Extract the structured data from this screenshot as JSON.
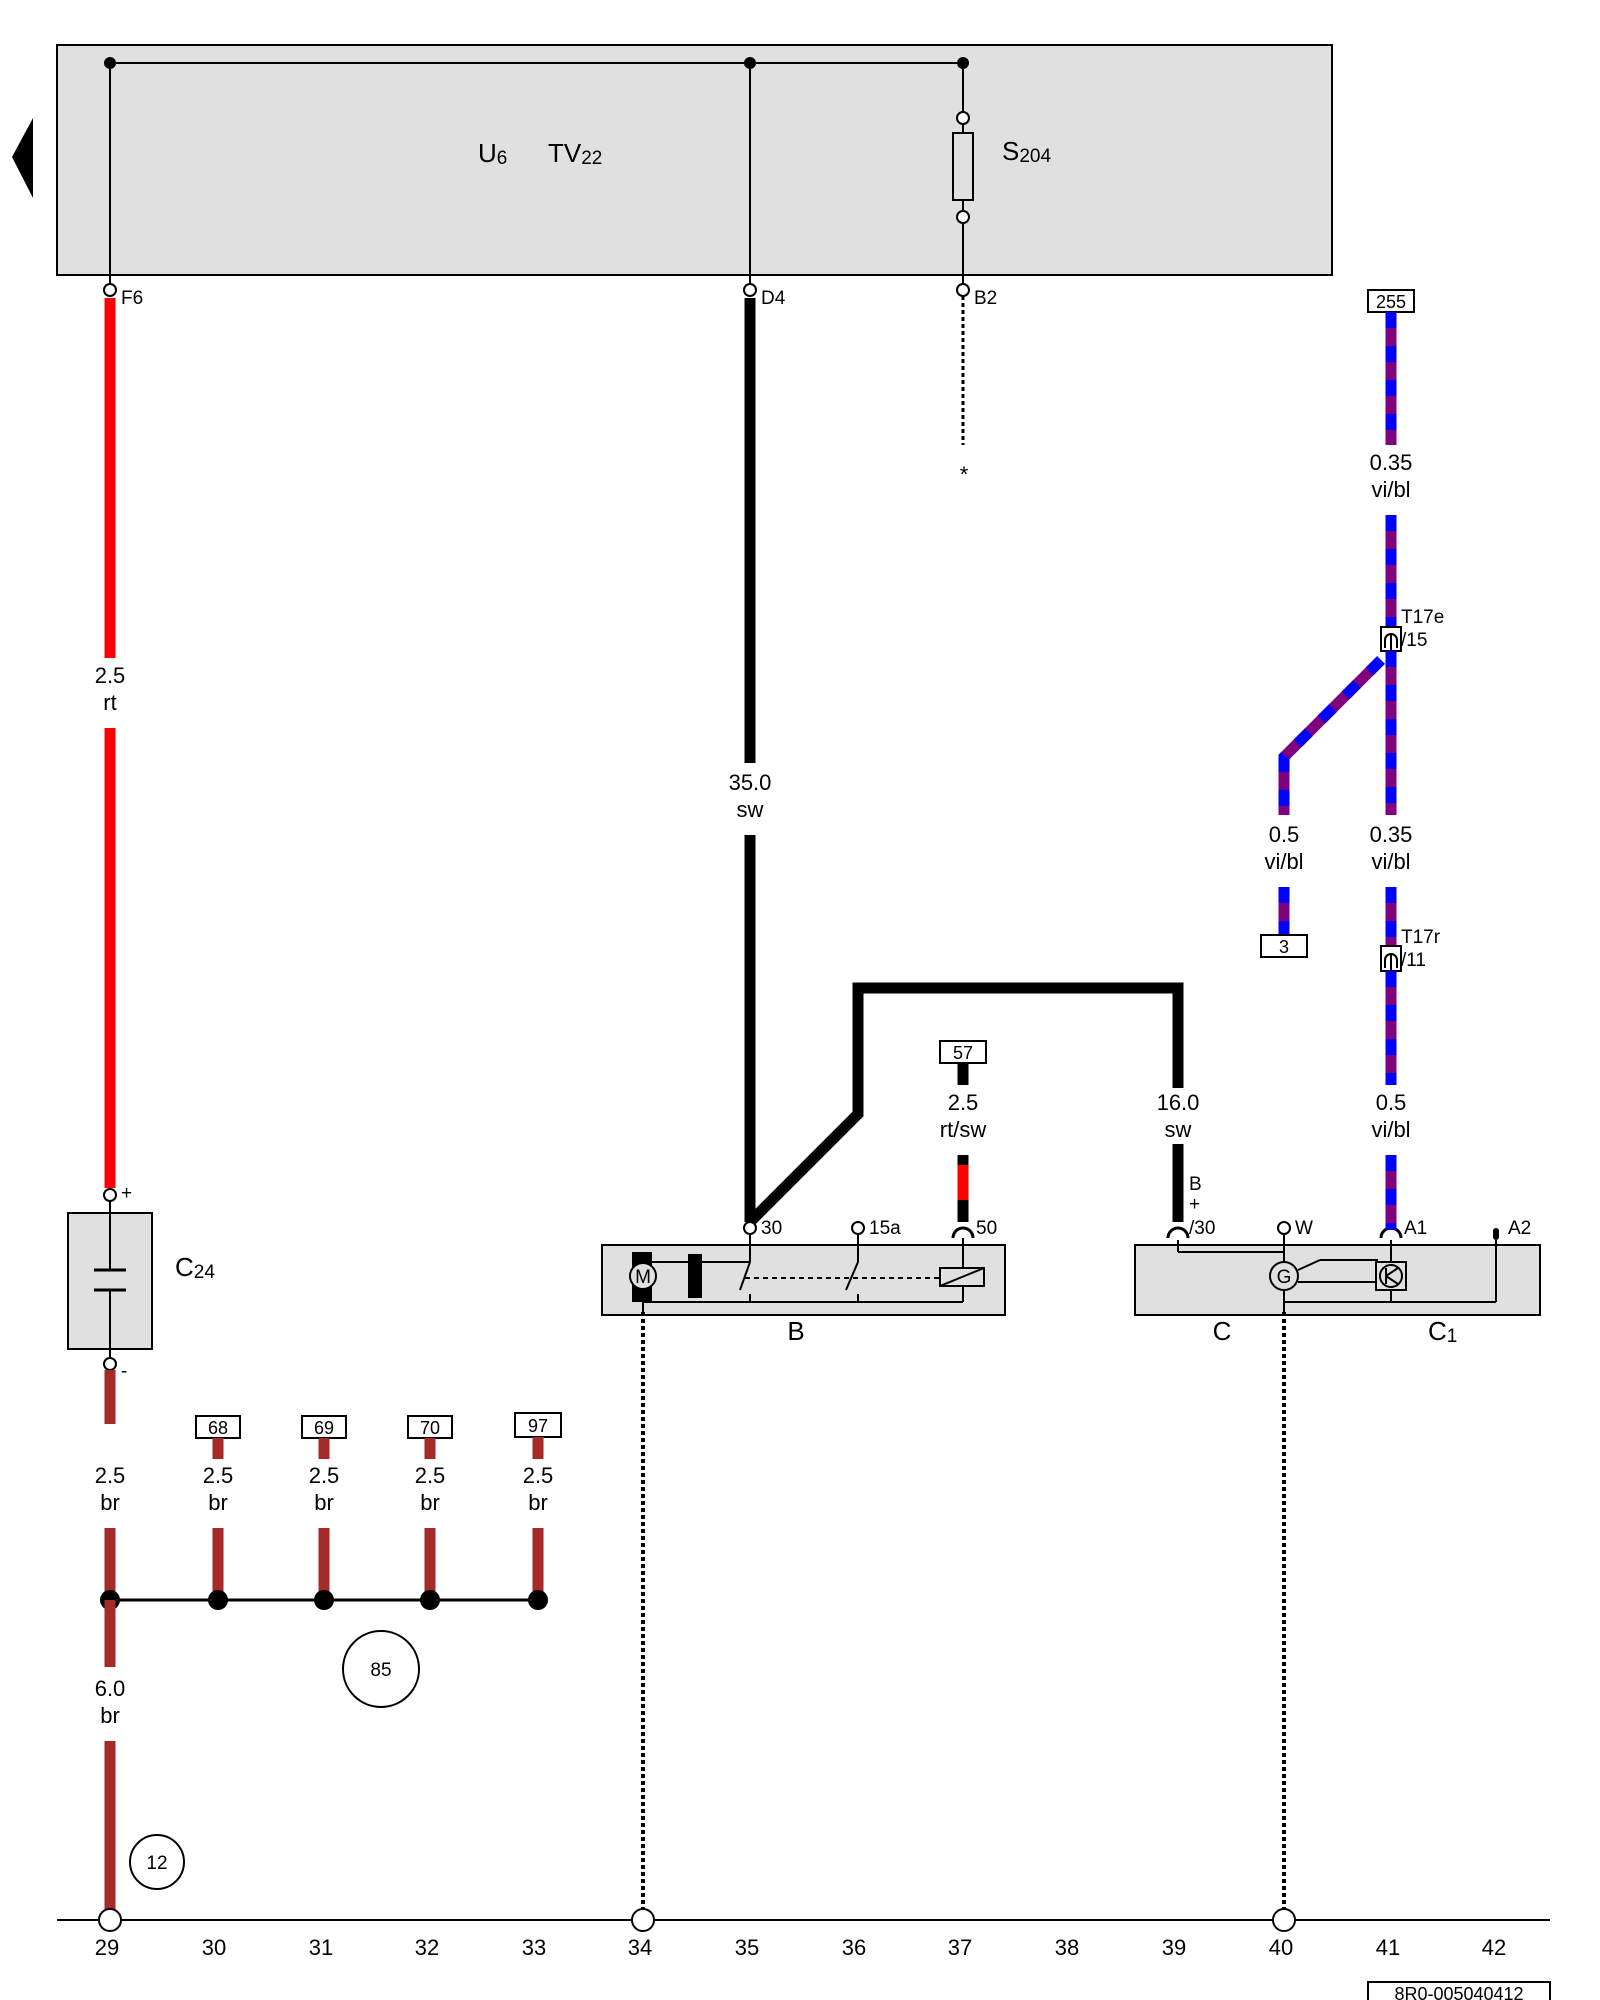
{
  "components": {
    "module": {
      "u_main": "U",
      "u_sub": "6",
      "tv_main": "TV",
      "tv_sub": "22",
      "fuse_main": "S",
      "fuse_sub": "204"
    },
    "capacitor": {
      "main": "C",
      "sub": "24",
      "plus": "+",
      "minus": "-"
    },
    "starter": {
      "label": "B",
      "motor_symbol": "M"
    },
    "alternator": {
      "label": "C",
      "regulator_main": "C",
      "regulator_sub": "1",
      "gen_symbol": "G"
    }
  },
  "pins": {
    "f6": "F6",
    "d4": "D4",
    "b2": "B2",
    "s30": "30",
    "s15a": "15a",
    "s50": "50",
    "alt_b": "B",
    "alt_plus": "+",
    "alt_30": "/30",
    "alt_w": "W",
    "alt_a1": "A1",
    "alt_a2": "A2",
    "t17e": "T17e",
    "t17e_pin": "/15",
    "t17r": "T17r",
    "t17r_pin": "/11",
    "star": "*"
  },
  "wires": {
    "red_f6": {
      "size": "2.5",
      "color": "rt"
    },
    "black_d4": {
      "size": "35.0",
      "color": "sw"
    },
    "t255_top": {
      "size": "0.35",
      "color": "vi/bl"
    },
    "branch_3": {
      "size": "0.5",
      "color": "vi/bl"
    },
    "t41_mid": {
      "size": "0.35",
      "color": "vi/bl"
    },
    "t41_bottom": {
      "size": "0.5",
      "color": "vi/bl"
    },
    "starter_50": {
      "size": "2.5",
      "color": "rt/sw"
    },
    "alt_30": {
      "size": "16.0",
      "color": "sw"
    },
    "cap_minus": {
      "size": "2.5",
      "color": "br"
    },
    "br_68": {
      "size": "2.5",
      "color": "br"
    },
    "br_69": {
      "size": "2.5",
      "color": "br"
    },
    "br_70": {
      "size": "2.5",
      "color": "br"
    },
    "br_97": {
      "size": "2.5",
      "color": "br"
    },
    "ground_main": {
      "size": "6.0",
      "color": "br"
    }
  },
  "refs": {
    "r255": "255",
    "r3": "3",
    "r57": "57",
    "r68": "68",
    "r69": "69",
    "r70": "70",
    "r97": "97"
  },
  "ground_points": {
    "g85": "85",
    "g12": "12"
  },
  "tracks": [
    "29",
    "30",
    "31",
    "32",
    "33",
    "34",
    "35",
    "36",
    "37",
    "38",
    "39",
    "40",
    "41",
    "42"
  ],
  "doc_id": "8R0-005040412",
  "colors": {
    "red": "#ff0000",
    "black": "#000000",
    "brown": "#a52a2a",
    "violet": "#800080",
    "blue": "#0000ff",
    "module_fill": "#e0e0e0"
  }
}
